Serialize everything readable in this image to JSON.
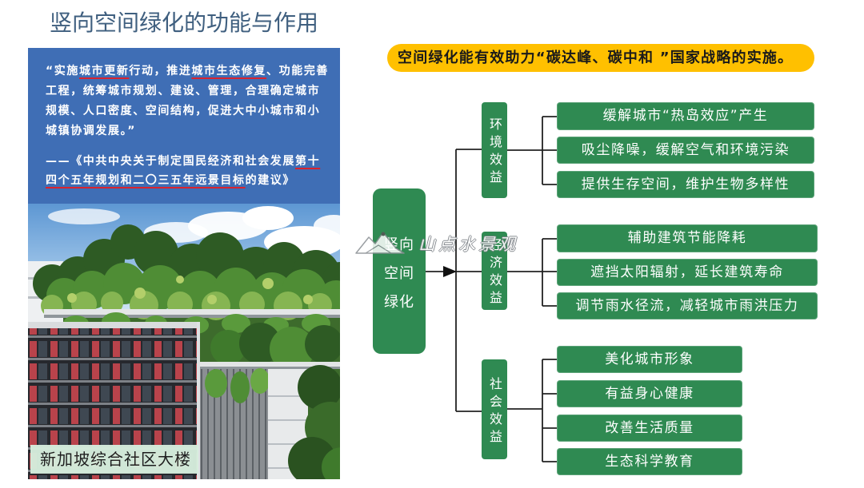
{
  "slide": {
    "title": "竖向空间绿化的功能与作用"
  },
  "quote": {
    "lines": [
      [
        "“实施",
        "城市更新",
        "行动，推进",
        "城市生态修复",
        "、功能完善"
      ],
      [
        "工程，统筹城市规划、建设、管理，合理确定城市"
      ],
      [
        "规模、人口密度、空间结构，促进大中小城市和小"
      ],
      [
        "城镇协调发展。”"
      ]
    ],
    "citation": [
      [
        "——《中共中央关于制定国民经济和社会发展",
        "第十"
      ],
      [
        "四个五年规划和二〇三五年远景目标",
        "的建议》"
      ]
    ]
  },
  "photo": {
    "caption": "新加坡综合社区大楼"
  },
  "banner": {
    "text": "空间绿化能有效助力“碳达峰、碳中和 ”国家战略的实施。"
  },
  "diagram": {
    "root": [
      "竖向",
      "空间",
      "绿化"
    ],
    "categories": [
      {
        "label": "环境效益",
        "items": [
          "缓解城市“热岛效应”产生",
          "吸尘降噪，缓解空气和环境污染",
          "提供生存空间，维护生物多样性"
        ]
      },
      {
        "label": "经济效益",
        "items": [
          "辅助建筑节能降耗",
          "遮挡太阳辐射，延长建筑寿命",
          "调节雨水径流，减轻城市雨洪压力"
        ]
      },
      {
        "label": "社会效益",
        "items": [
          "美化城市形象",
          "有益身心健康",
          "改善生活质量",
          "生态科学教育"
        ]
      }
    ]
  },
  "watermark": {
    "text": "山点水景观",
    "icon": "mountain-logo-icon"
  },
  "colors": {
    "title": "#3f5f7f",
    "quote_panel": "#3f6eb5",
    "underline": "#d9232e",
    "banner": "#ffc000",
    "node_green": "#2f8a52",
    "caption_bg": "#d6eedd",
    "connector": "#222222"
  }
}
